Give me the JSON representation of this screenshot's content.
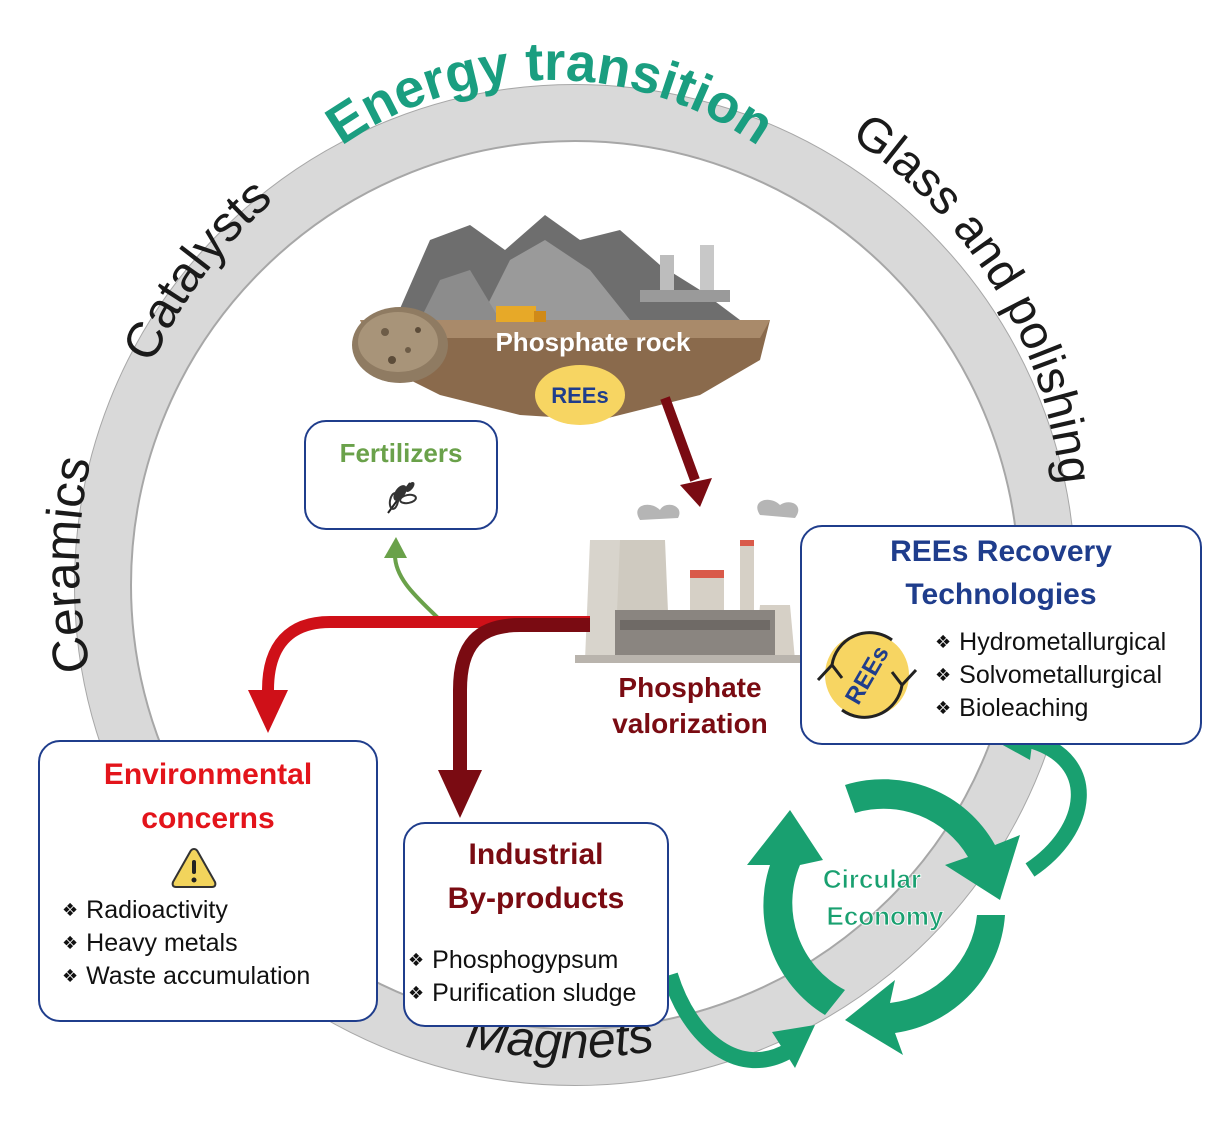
{
  "ring": {
    "top_label": "Energy transition",
    "left_upper_label": "Catalysts",
    "left_lower_label": "Ceramics",
    "right_label": "Glass and polishing",
    "bottom_label": "Magnets"
  },
  "source": {
    "label": "Phosphate rock",
    "badge": "REEs"
  },
  "fertilizers": {
    "title": "Fertilizers",
    "icon": "wheat-icon"
  },
  "valorization": {
    "line1": "Phosphate",
    "line2": "valorization"
  },
  "recovery": {
    "title_line1": "REEs Recovery",
    "title_line2": "Technologies",
    "badge": "REEs",
    "items": [
      "Hydrometallurgical",
      "Solvometallurgical",
      "Bioleaching"
    ]
  },
  "environmental": {
    "title_line1": "Environmental",
    "title_line2": "concerns",
    "icon": "warning-icon",
    "items": [
      "Radioactivity",
      "Heavy  metals",
      "Waste accumulation"
    ]
  },
  "byproducts": {
    "title_line1": "Industrial",
    "title_line2": "By-products",
    "items": [
      "Phosphogypsum",
      "Purification sludge"
    ]
  },
  "circular": {
    "line1": "Circular",
    "line2": "Economy"
  },
  "colors": {
    "ring": "#d9d9d9",
    "energy": "#1a9e80",
    "dark_red": "#7a0b12",
    "red": "#e3141b",
    "navy": "#1f3d8c",
    "fert_green": "#6aa14a",
    "circular_green": "#19a070",
    "badge_yellow": "#f7d562"
  }
}
